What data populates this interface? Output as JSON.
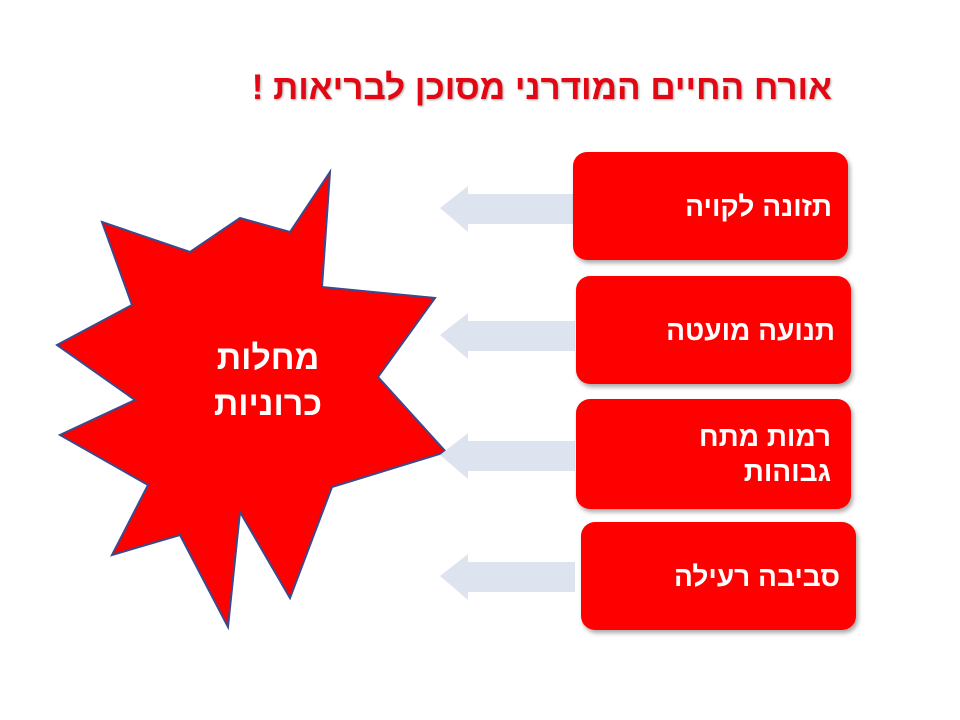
{
  "title": "אורח החיים המודרני מסוכן לבריאות !",
  "factors": [
    {
      "label": "תזונה לקויה"
    },
    {
      "label": "תנועה מועטה"
    },
    {
      "label": "רמות מתח גבוהות"
    },
    {
      "label": "סביבה רעילה"
    }
  ],
  "outcome": {
    "line1": "מחלות",
    "line2": "כרוניות"
  },
  "colors": {
    "title": "#e30613",
    "box_fill": "#ff0000",
    "starburst_fill": "#ff0000",
    "starburst_outline": "#3b4a8c",
    "arrow_fill": "#dde3ef",
    "text_on_red": "#ffffff"
  },
  "icons": {
    "arrow": "arrow-left-icon",
    "burst": "starburst-shape"
  }
}
